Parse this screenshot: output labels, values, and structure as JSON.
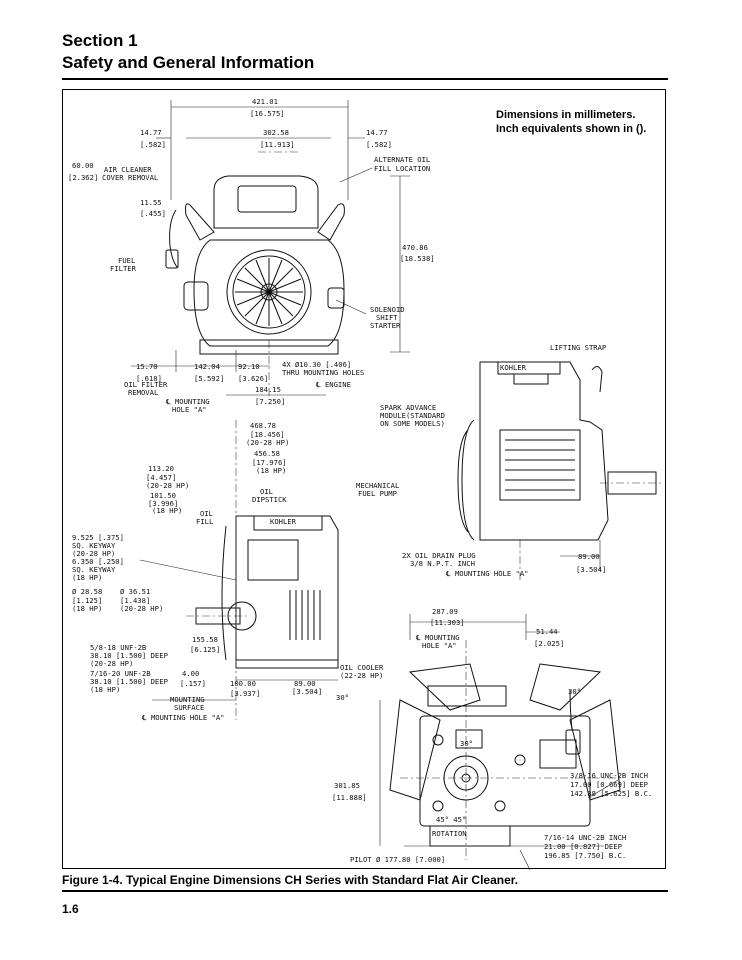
{
  "header": {
    "section": "Section 1",
    "title": "Safety and General Information"
  },
  "note": {
    "line1": "Dimensions in millimeters.",
    "line2": "Inch equivalents shown in ()."
  },
  "caption": "Figure 1-4. Typical Engine Dimensions CH Series with Standard Flat Air Cleaner.",
  "page_number": "1.6",
  "drawing_labels": {
    "overall_width": "421.01",
    "overall_width_in": "[16.575]",
    "mount_span": "302.58",
    "mount_span_in": "[11.913]",
    "left_offset": "14.77",
    "left_offset_in": "[.582]",
    "right_offset": "14.77",
    "right_offset_in": "[.582]",
    "air_cleaner_dim": "60.00",
    "air_cleaner_dim_in": "[2.362]",
    "air_cleaner_text": "AIR CLEANER",
    "air_cleaner_text2": "COVER REMOVAL",
    "alt_oil_fill": "ALTERNATE OIL",
    "alt_oil_fill2": "FILL LOCATION",
    "dim_1155": "11.55",
    "dim_1155_in": "[.455]",
    "fuel_filter": "FUEL",
    "fuel_filter2": "FILTER",
    "height": "470.86",
    "height_in": "[18.538]",
    "solenoid": "SOLENOID",
    "solenoid2": "SHIFT",
    "solenoid3": "STARTER",
    "dim_1570": "15.70",
    "dim_1570_in": "[.618]",
    "dim_14204": "142.04",
    "dim_14204_in": "[5.592]",
    "dim_9210": "92.10",
    "dim_9210_in": "[3.626]",
    "mount_holes": "4X Ø10.30 [.406]",
    "mount_holes2": "THRU MOUNTING HOLES",
    "oil_filter_removal": "OIL FILTER",
    "oil_filter_removal2": "REMOVAL",
    "cl_engine": "℄ ENGINE",
    "dim_18415": "184.15",
    "dim_18415_in": "[7.250]",
    "cl_mount_a": "℄ MOUNTING",
    "cl_mount_a2": "HOLE \"A\"",
    "lifting_strap": "LIFTING STRAP",
    "spark_advance": "SPARK ADVANCE",
    "spark_advance2": "MODULE(STANDARD",
    "spark_advance3": "ON SOME MODELS)",
    "dim_46878": "468.78",
    "dim_46878_in": "[18.456]",
    "dim_46878_hp": "(20-28 HP)",
    "dim_45558": "456.58",
    "dim_45558_in": "[17.976]",
    "dim_45558_hp": "(18 HP)",
    "dim_11320": "113.20",
    "dim_11320_in": "[4.457]",
    "dim_11320_hp": "(20-28 HP)",
    "dim_10150": "101.50",
    "dim_10150_in": "[3.996]",
    "dim_10150_hp": "(18 HP)",
    "oil_dipstick": "OIL",
    "oil_dipstick2": "DIPSTICK",
    "mech_fuel_pump": "MECHANICAL",
    "mech_fuel_pump2": "FUEL PUMP",
    "oil_fill": "OIL",
    "oil_fill2": "FILL",
    "keyway1": "9.525 [.375]",
    "keyway1b": "SQ. KEYWAY",
    "keyway1c": "(20-28 HP)",
    "keyway2": "6.350 [.250]",
    "keyway2b": "SQ. KEYWAY",
    "keyway2c": "(18 HP)",
    "shaft1": "Ø 28.58",
    "shaft1_in": "[1.125]",
    "shaft1_hp": "(18 HP)",
    "shaft2": "Ø 36.51",
    "shaft2_in": "[1.438]",
    "shaft2_hp": "(20-28 HP)",
    "drain_plug": "2X OIL DRAIN PLUG",
    "drain_plug2": "3/8 N.P.T. INCH",
    "cl_mount_a_side": "℄ MOUNTING HOLE \"A\"",
    "dim_8900": "89.00",
    "dim_8900_in": "[3.504]",
    "dim_28709": "287.09",
    "dim_28709_in": "[11.303]",
    "cl_mount_rear": "℄ MOUNTING",
    "cl_mount_rear2": "HOLE \"A\"",
    "dim_5144": "51.44",
    "dim_5144_in": "[2.025]",
    "dim_15558": "155.58",
    "dim_15558_in": "[6.125]",
    "thread1": "5/8-18 UNF-2B",
    "thread1b": "38.10 [1.500] DEEP",
    "thread1c": "(20-28 HP)",
    "thread2": "7/16-20 UNF-2B",
    "thread2b": "38.10 [1.500] DEEP",
    "thread2c": "(18 HP)",
    "dim_400": "4.00",
    "dim_400_in": "[.157]",
    "dim_10000": "100.00",
    "dim_10000_in": "[3.937]",
    "dim_8900b": "89.00",
    "dim_8900b_in": "[3.504]",
    "oil_cooler": "OIL COOLER",
    "oil_cooler2": "(22-28 HP)",
    "mounting_surface": "MOUNTING",
    "mounting_surface2": "SURFACE",
    "cl_mount_a_bottom": "℄ MOUNTING HOLE \"A\"",
    "angle30a": "30°",
    "angle30b": "30°",
    "angle30c": "30°",
    "dim_30185": "301.85",
    "dim_30185_in": "[11.888]",
    "thread3": "3/8-16 UNC-2B INCH",
    "thread3b": "17.00 [0.669] DEEP",
    "thread3c": "142.88 [5.625] B.C.",
    "angle45": "45°   45°",
    "rotation": "ROTATION",
    "thread4": "7/16-14 UNC-2B INCH",
    "thread4b": "21.00 [0.827] DEEP",
    "thread4c": "196.85 [7.750] B.C.",
    "pilot": "PILOT Ø 177.80 [7.000]",
    "brand": "KOHLER"
  }
}
